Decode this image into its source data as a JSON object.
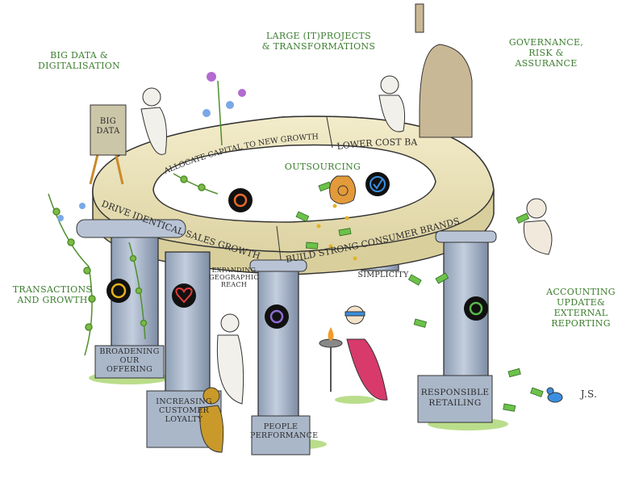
{
  "colors": {
    "label_green": "#3b7d2e",
    "stone": "#e8e0b8",
    "column": "#a9b6c8",
    "column_shadow": "#7f8ea6",
    "money": "#6cc24a"
  },
  "outer_labels": {
    "big_data": "BIG DATA &\nDIGITALISATION",
    "large_projects": "LARGE (IT)PROJECTS\n& TRANSFORMATIONS",
    "governance": "GOVERNANCE,\nRISK &\nASSURANCE",
    "transactions": "TRANSACTIONS\nAND GROWTH",
    "accounting": "ACCOUNTING\nUPDATE&\nEXTERNAL\nREPORTING",
    "outsourcing": "OUTSOURCING"
  },
  "ring_labels": {
    "allocate": "ALLOCATE CAPITAL TO NEW GROWTH",
    "lower_cost": "LOWER COST BASE",
    "drive_sales": "DRIVE IDENTICAL SALES GROWTH",
    "build_brands": "BUILD STRONG CONSUMER BRANDS"
  },
  "pillar_labels": {
    "broadening": "BROADENING\nOUR\nOFFERING",
    "increasing": "INCREASING\nCUSTOMER\nLOYALTY",
    "expanding": "EXPANDING\nGEOGRAPHIC\nREACH",
    "simplicity": "SIMPLICITY",
    "people": "PEOPLE\nPERFORMANCE",
    "responsible": "RESPONSIBLE\nRETAILING"
  },
  "tablet_text": "BIG\nDATA",
  "signature": "J.S."
}
